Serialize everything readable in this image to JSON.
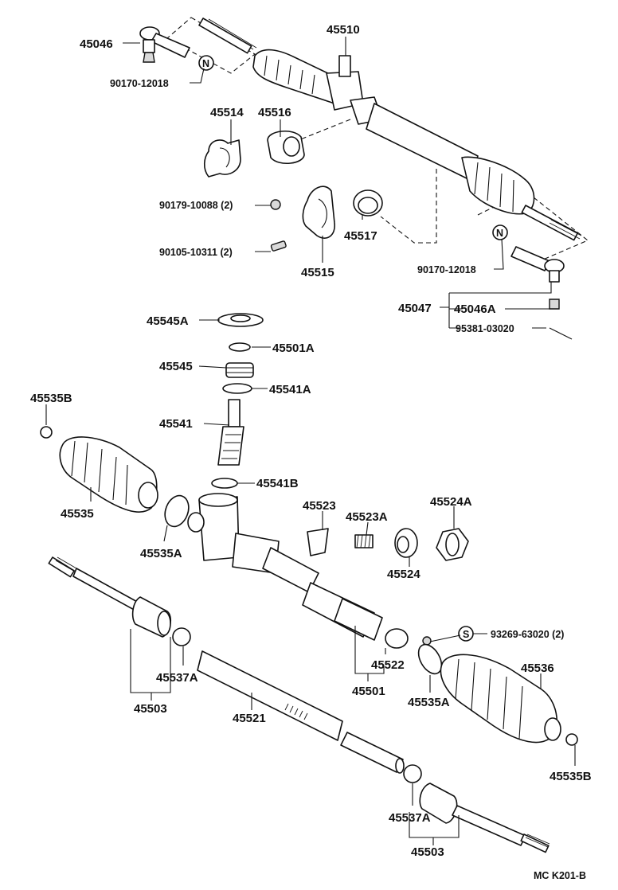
{
  "labels": {
    "l45046": "45046",
    "l90170a": "90170-12018",
    "l45510": "45510",
    "l45514": "45514",
    "l45516": "45516",
    "l90179": "90179-10088 (2)",
    "l90105": "90105-10311 (2)",
    "l45517": "45517",
    "l45515": "45515",
    "l90170b": "90170-12018",
    "l45047": "45047",
    "l45046A": "45046A",
    "l95381": "95381-03020",
    "l45545A": "45545A",
    "l45501A": "45501A",
    "l45545": "45545",
    "l45541A": "45541A",
    "l45535Ba": "45535B",
    "l45541": "45541",
    "l45541B": "45541B",
    "l45535": "45535",
    "l45523": "45523",
    "l45523A": "45523A",
    "l45524A": "45524A",
    "l45535Aa": "45535A",
    "l45524": "45524",
    "l93269": "93269-63020 (2)",
    "l45537Aa": "45537A",
    "l45522": "45522",
    "l45536": "45536",
    "l45503a": "45503",
    "l45501": "45501",
    "l45535Ab": "45535A",
    "l45521": "45521",
    "l45535Bb": "45535B",
    "l45537Ab": "45537A",
    "l45503b": "45503",
    "code": "MC  K201-B"
  },
  "badges": {
    "n1": "N",
    "n2": "N",
    "s1": "S"
  }
}
